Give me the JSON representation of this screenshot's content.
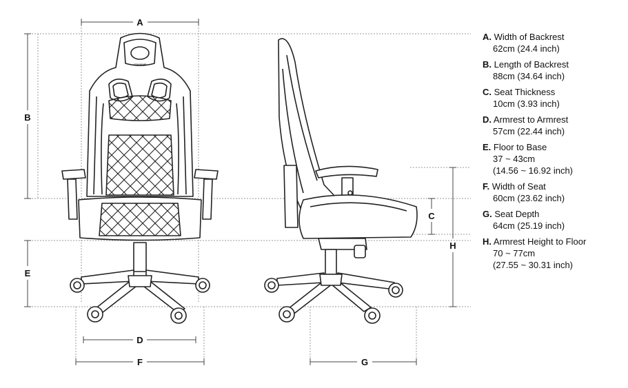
{
  "dimension_labels": {
    "a": "A",
    "b": "B",
    "c": "C",
    "d": "D",
    "e": "E",
    "f": "F",
    "g": "G",
    "h": "H"
  },
  "logo_text": "COUGAR",
  "specs": [
    {
      "letter": "A.",
      "title": "Width of Backrest",
      "value": "62cm (24.4 inch)"
    },
    {
      "letter": "B.",
      "title": "Length of Backrest",
      "value": "88cm (34.64 inch)"
    },
    {
      "letter": "C.",
      "title": "Seat Thickness",
      "value": "10cm (3.93 inch)"
    },
    {
      "letter": "D.",
      "title": "Armrest to Armrest",
      "value": "57cm (22.44 inch)"
    },
    {
      "letter": "E.",
      "title": "Floor to Base",
      "value": "37 ~ 43cm\n(14.56 ~ 16.92 inch)"
    },
    {
      "letter": "F.",
      "title": "Width of Seat",
      "value": "60cm (23.62 inch)"
    },
    {
      "letter": "G.",
      "title": "Seat Depth",
      "value": "64cm (25.19 inch)"
    },
    {
      "letter": "H.",
      "title": "Armrest Height to Floor",
      "value": "70 ~ 77cm\n(27.55 ~ 30.31 inch)"
    }
  ],
  "colors": {
    "line": "#222222",
    "guide": "#9a9a9a",
    "text": "#111111"
  }
}
